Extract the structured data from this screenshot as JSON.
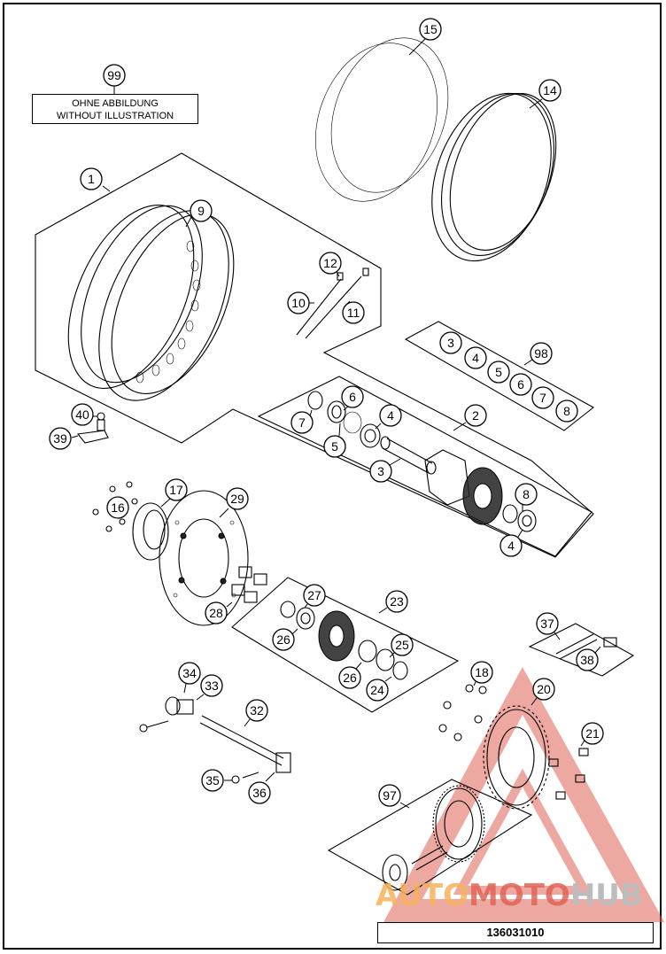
{
  "note": {
    "callout": "99",
    "line1": "OHNE ABBILDUNG",
    "line2": "WITHOUT ILLUSTRATION"
  },
  "callouts": [
    "1",
    "2",
    "3",
    "4",
    "5",
    "6",
    "7",
    "8",
    "9",
    "10",
    "11",
    "12",
    "14",
    "15",
    "16",
    "17",
    "18",
    "20",
    "21",
    "23",
    "24",
    "25",
    "26",
    "27",
    "28",
    "29",
    "32",
    "33",
    "34",
    "35",
    "36",
    "37",
    "38",
    "39",
    "40",
    "97",
    "98"
  ],
  "part_number": "136031010",
  "watermark": {
    "word1": "AUTO",
    "word2": "MOTO",
    "word3": "HUB",
    "color_light": "#f6b25a",
    "color_red": "#e06456",
    "color_grey": "#bcbcbc"
  }
}
